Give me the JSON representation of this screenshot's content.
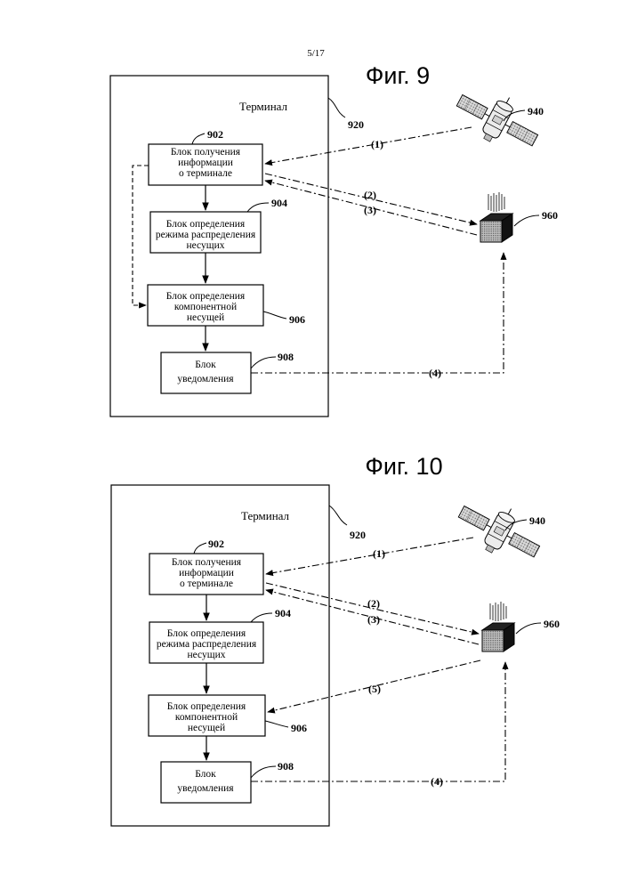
{
  "page_number": "5/17",
  "figures": [
    {
      "title": "Фиг. 9",
      "terminal_label": "Терминал",
      "terminal_ref": "920",
      "blocks": [
        {
          "ref": "902",
          "lines": [
            "Блок получения",
            "информации",
            "о терминале"
          ]
        },
        {
          "ref": "904",
          "lines": [
            "Блок определения",
            "режима распределения",
            "несущих"
          ]
        },
        {
          "ref": "906",
          "lines": [
            "Блок определения",
            "компонентной",
            "несущей"
          ]
        },
        {
          "ref": "908",
          "lines": [
            "Блок",
            "уведомления"
          ]
        }
      ],
      "satellite_ref": "940",
      "base_station_ref": "960",
      "signals": [
        "(1)",
        "(2)",
        "(3)",
        "(4)"
      ]
    },
    {
      "title": "Фиг. 10",
      "terminal_label": "Терминал",
      "terminal_ref": "920",
      "blocks": [
        {
          "ref": "902",
          "lines": [
            "Блок получения",
            "информации",
            "о терминале"
          ]
        },
        {
          "ref": "904",
          "lines": [
            "Блок определения",
            "режима распределения",
            "несущих"
          ]
        },
        {
          "ref": "906",
          "lines": [
            "Блок определения",
            "компонентной",
            "несущей"
          ]
        },
        {
          "ref": "908",
          "lines": [
            "Блок",
            "уведомления"
          ]
        }
      ],
      "satellite_ref": "940",
      "base_station_ref": "960",
      "signals": [
        "(1)",
        "(2)",
        "(3)",
        "(5)",
        "(4)"
      ]
    }
  ]
}
